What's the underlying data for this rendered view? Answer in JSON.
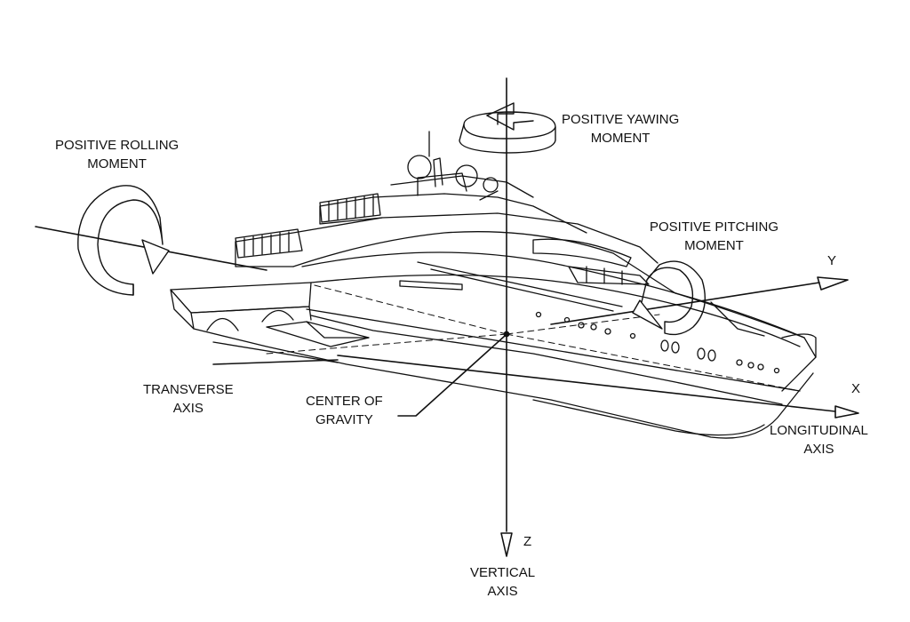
{
  "labels": {
    "yawing": [
      "POSITIVE YAWING",
      "MOMENT"
    ],
    "rolling": [
      "POSITIVE ROLLING",
      "MOMENT"
    ],
    "pitching": [
      "POSITIVE PITCHING",
      "MOMENT"
    ],
    "transverse": [
      "TRANSVERSE",
      "AXIS"
    ],
    "cog": [
      "CENTER  OF",
      "GRAVITY"
    ],
    "longitudinal": [
      "LONGITUDINAL",
      "AXIS"
    ],
    "vertical": [
      "VERTICAL",
      "AXIS"
    ]
  },
  "axis_letters": {
    "x": "X",
    "y": "Y",
    "z": "Z"
  },
  "colors": {
    "ink": "#111111",
    "background": "#ffffff"
  }
}
